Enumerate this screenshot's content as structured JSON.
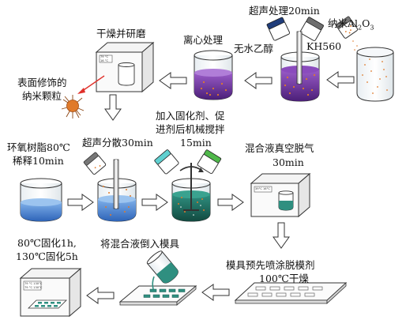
{
  "labels": {
    "ultrasound_20": "超声处理20min",
    "nano_al2o3_prefix": "纳米Al",
    "nano_al2o3_sub1": "2",
    "nano_al2o3_mid": "O",
    "nano_al2o3_sub2": "3",
    "anhydrous_ethanol": "无水乙醇",
    "kh560": "KH560",
    "centrifuge": "离心处理",
    "dry_grind": "干燥并研磨",
    "surface_modified_line1": "表面修饰的",
    "surface_modified_line2": "纳米颗粒",
    "epoxy_line1": "环氧树脂80℃",
    "epoxy_line2": "稀释10min",
    "ultrasound_disperse": "超声分散30min",
    "add_curing_line1": "加入固化剂、促",
    "add_curing_line2": "进剂后机械搅拌",
    "add_curing_line3": "15min",
    "vacuum_line1": "混合液真空脱气",
    "vacuum_line2": "30min",
    "cure_line1": "80℃固化1h,",
    "cure_line2": "130℃固化5h",
    "pour_mold": "将混合液倒入模具",
    "mold_line1": "模具预先喷涂脱模剂",
    "mold_line2": "100℃干燥"
  },
  "oven_panel_text": {
    "dry_oven_line1": "79 °C",
    "dry_oven_line2": "16 °C",
    "vac_oven_line1": "39°C 16°C",
    "cure_oven_line1": "79 °C 130°C",
    "cure_oven_line2": "79 °C 130°C"
  },
  "colors": {
    "purple": "#6a2c9a",
    "blue_liquid": "#3f7fd0",
    "teal_liquid": "#1f6e62",
    "green_vial": "#4fb84a",
    "cyan_vial": "#5fd0d0",
    "navy_vial": "#1f3c7a",
    "orange_particle": "#e07a2a",
    "red_arrow": "#e0302a"
  }
}
